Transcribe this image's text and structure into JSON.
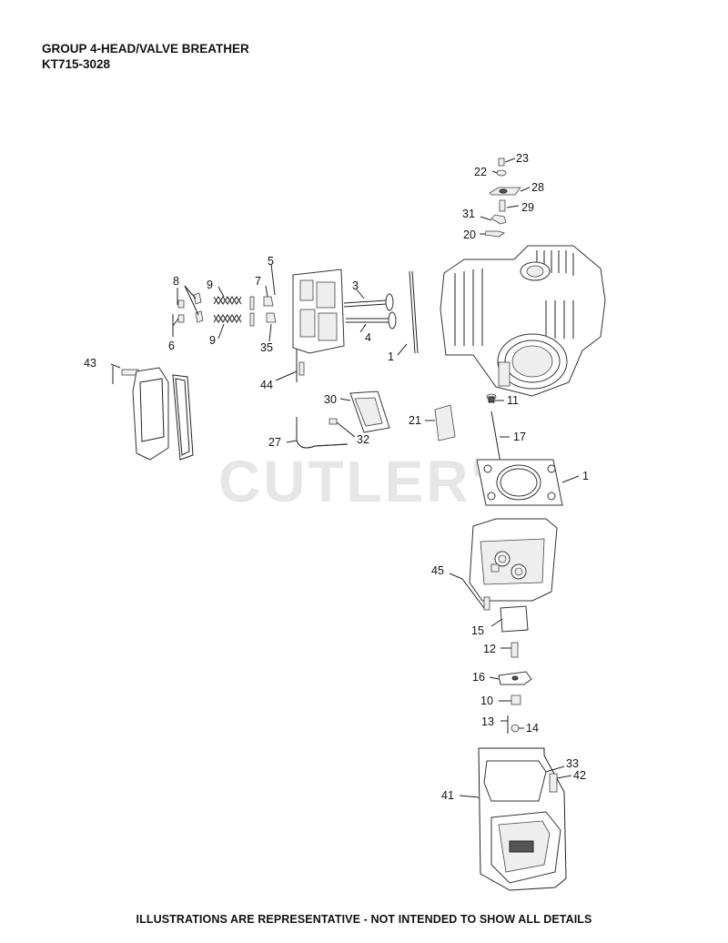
{
  "header": {
    "line1": "GROUP 4-HEAD/VALVE BREATHER",
    "line2": "KT715-3028"
  },
  "watermark": "CUTLER'S",
  "footer": "ILLUSTRATIONS ARE REPRESENTATIVE - NOT INTENDED TO SHOW ALL DETAILS",
  "callouts": {
    "c23": "23",
    "c22": "22",
    "c28": "28",
    "c29": "29",
    "c31": "31",
    "c20": "20",
    "c5": "5",
    "c8": "8",
    "c9a": "9",
    "c7": "7",
    "c3": "3",
    "c6": "6",
    "c9b": "9",
    "c35": "35",
    "c4": "4",
    "c1a": "1",
    "c43": "43",
    "c44": "44",
    "c11": "11",
    "c30": "30",
    "c21": "21",
    "c17": "17",
    "c27": "27",
    "c32": "32",
    "c1b": "1",
    "c45": "45",
    "c15": "15",
    "c12": "12",
    "c16": "16",
    "c10": "10",
    "c13": "13",
    "c14": "14",
    "c33": "33",
    "c42": "42",
    "c41": "41"
  }
}
